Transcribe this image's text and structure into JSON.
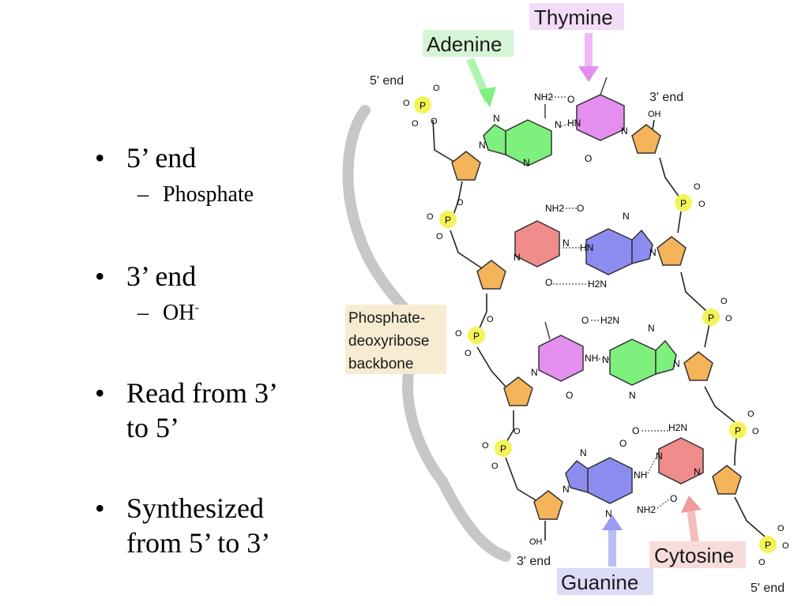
{
  "bullets": [
    {
      "text": "5’ end",
      "sub": "Phosphate"
    },
    {
      "text": "3’ end",
      "sub": "OH",
      "sub_sup": "-"
    },
    {
      "text_lines": [
        "Read from 3’",
        "to 5’"
      ]
    },
    {
      "text_lines": [
        "Synthesized",
        "from 5’ to 3’"
      ]
    }
  ],
  "diagram": {
    "labels": {
      "adenine": "Adenine",
      "thymine": "Thymine",
      "guanine": "Guanine",
      "cytosine": "Cytosine",
      "backbone_lines": [
        "Phosphate-",
        "deoxyribose",
        "backbone"
      ],
      "end5_top": "5' end",
      "end3_top": "3' end",
      "end3_bottom": "3' end",
      "end5_bottom": "5' end"
    },
    "atoms": {
      "N": "N",
      "O": "O",
      "P": "P",
      "NH": "NH",
      "HN": "HN",
      "NH2": "NH2",
      "H2N": "H2N",
      "OH": "OH",
      "minus": "–"
    },
    "colors": {
      "adenine": "#7ef07e",
      "thymine": "#e48ef0",
      "guanine": "#8c8cf0",
      "cytosine": "#f08c8c",
      "sugar": "#f5b35a",
      "phosphate": "#f3f35a",
      "adenine_label_bg": "#d6f5d6",
      "thymine_label_bg": "#f3dcf7",
      "guanine_label_bg": "#dcdcf7",
      "cytosine_label_bg": "#f7dcdc",
      "backbone_label_bg": "#f7ecd2"
    }
  }
}
